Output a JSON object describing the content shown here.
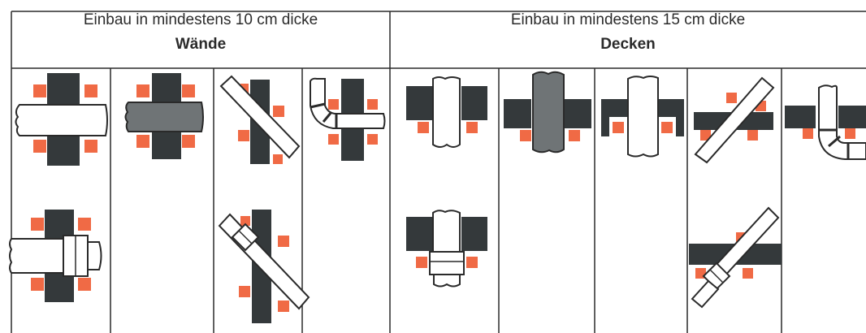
{
  "sections": [
    {
      "line1": "Einbau in mindestens 10 cm dicke",
      "line2": "Wände"
    },
    {
      "line1": "Einbau in mindestens 15 cm dicke",
      "line2": "Decken"
    }
  ],
  "colors": {
    "wall": "#34393b",
    "sleeve": "#f06a45",
    "pipe_dark": "#6f7476",
    "pipe_light": "#ffffff",
    "line": "#2a2a2a"
  }
}
